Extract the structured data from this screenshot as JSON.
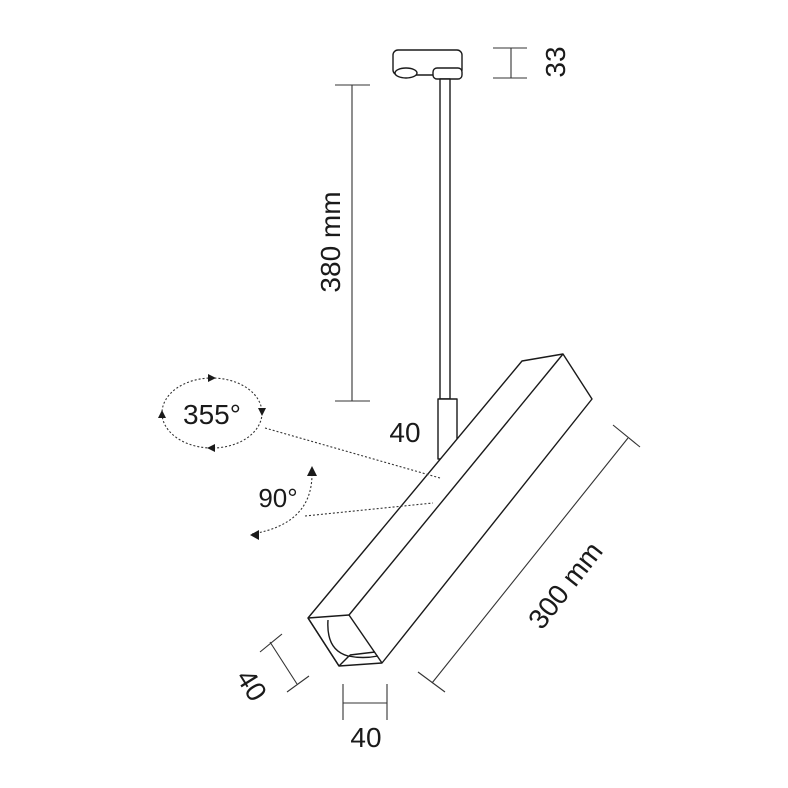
{
  "labels": {
    "adapter_height": "33",
    "stem_length": "380 mm",
    "stem_diameter": "40",
    "rotation": "355°",
    "tilt": "90°",
    "body_length": "300 mm",
    "body_height": "40",
    "body_width": "40"
  },
  "colors": {
    "stroke": "#1a1a1a",
    "dimension": "#333333"
  }
}
